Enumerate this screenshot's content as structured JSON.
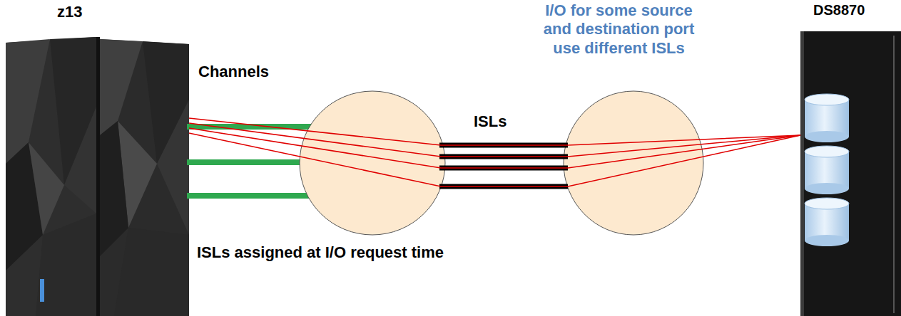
{
  "diagram": {
    "nodes": [
      {
        "text": [
          "z13"
        ]
      },
      {
        "text": [
          "DS8870"
        ]
      }
    ],
    "edges": [
      {
        "from": 0,
        "to": 1,
        "arrow": "none"
      },
      {
        "from": 0,
        "to": 1,
        "arrow": "none"
      },
      {
        "from": 0,
        "to": 1,
        "arrow": "none"
      },
      {
        "from": 0,
        "to": 1,
        "arrow": "none"
      }
    ],
    "labels": [
      "Channels",
      "ISLs",
      "I/O for some source and destination port use different ISLs",
      "ISLs assigned at I/O request time"
    ]
  }
}
